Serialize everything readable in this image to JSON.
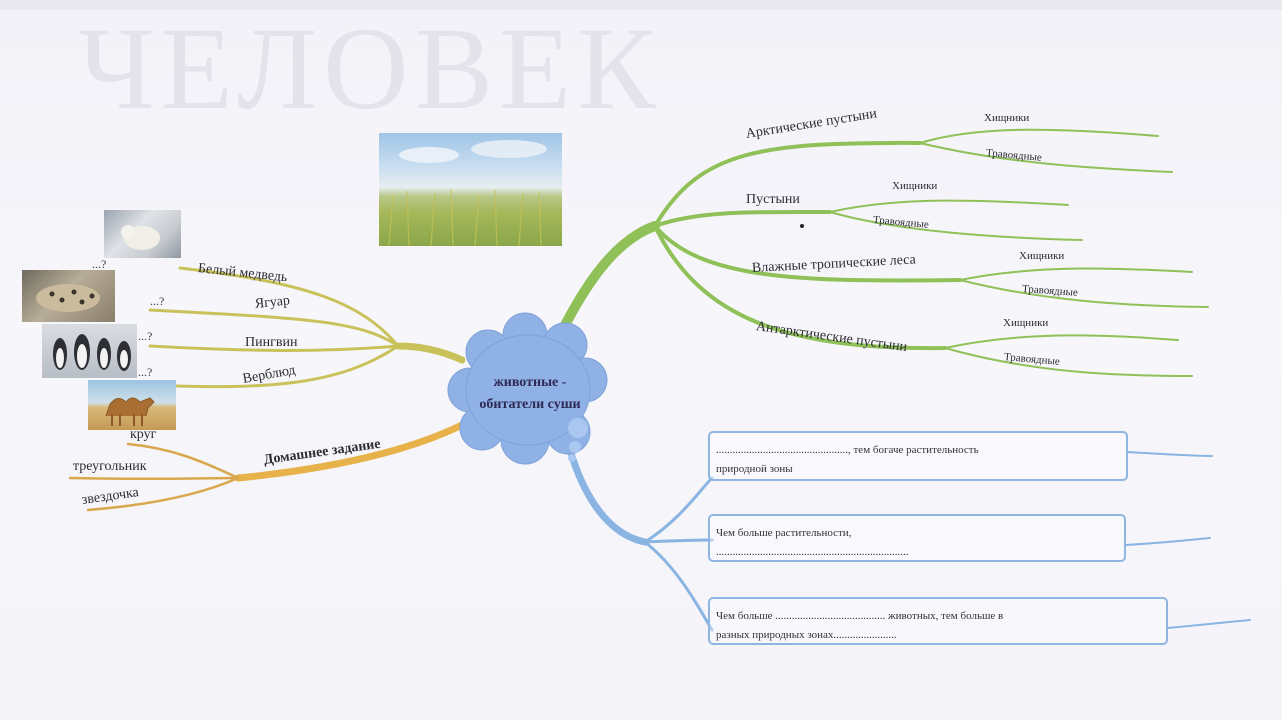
{
  "watermark": "ЧЕЛОВЕК",
  "center": {
    "line1": "животные -",
    "line2": "обитатели суши"
  },
  "right_branches": [
    {
      "label": "Арктические пустыни",
      "sub": [
        "Хищники",
        "Травоядные"
      ]
    },
    {
      "label": "Пустыни",
      "sub": [
        "Хищники",
        "Травоядные"
      ]
    },
    {
      "label": "Влажные тропические леса",
      "sub": [
        "Хищники",
        "Травоядные"
      ]
    },
    {
      "label": "Антарктические пустыни",
      "sub": [
        "Хищники",
        "Травоядные"
      ]
    }
  ],
  "left_animals": [
    {
      "label": "Белый медведь",
      "q": "...?"
    },
    {
      "label": "Ягуар",
      "q": "...?"
    },
    {
      "label": "Пингвин",
      "q": "...?"
    },
    {
      "label": "Верблюд",
      "q": "...?"
    }
  ],
  "homework": {
    "label": "Домашнее задание",
    "items": [
      "круг",
      "треугольник",
      "звездочка"
    ]
  },
  "boxes": [
    {
      "line1": "................................................, тем богаче растительность",
      "line2": "природной зоны"
    },
    {
      "line1": "Чем больше растительности,",
      "line2": "......................................................................"
    },
    {
      "line1": "Чем больше ........................................ животных, тем больше в",
      "line2": "разных природных зонах......................."
    }
  ],
  "colors": {
    "green_branch": "#8fc158",
    "yellow_branch": "#cfc24a",
    "orange_branch": "#e8b24a",
    "blue_branch": "#8ab4e2",
    "cloud": "#8fb1e6"
  }
}
